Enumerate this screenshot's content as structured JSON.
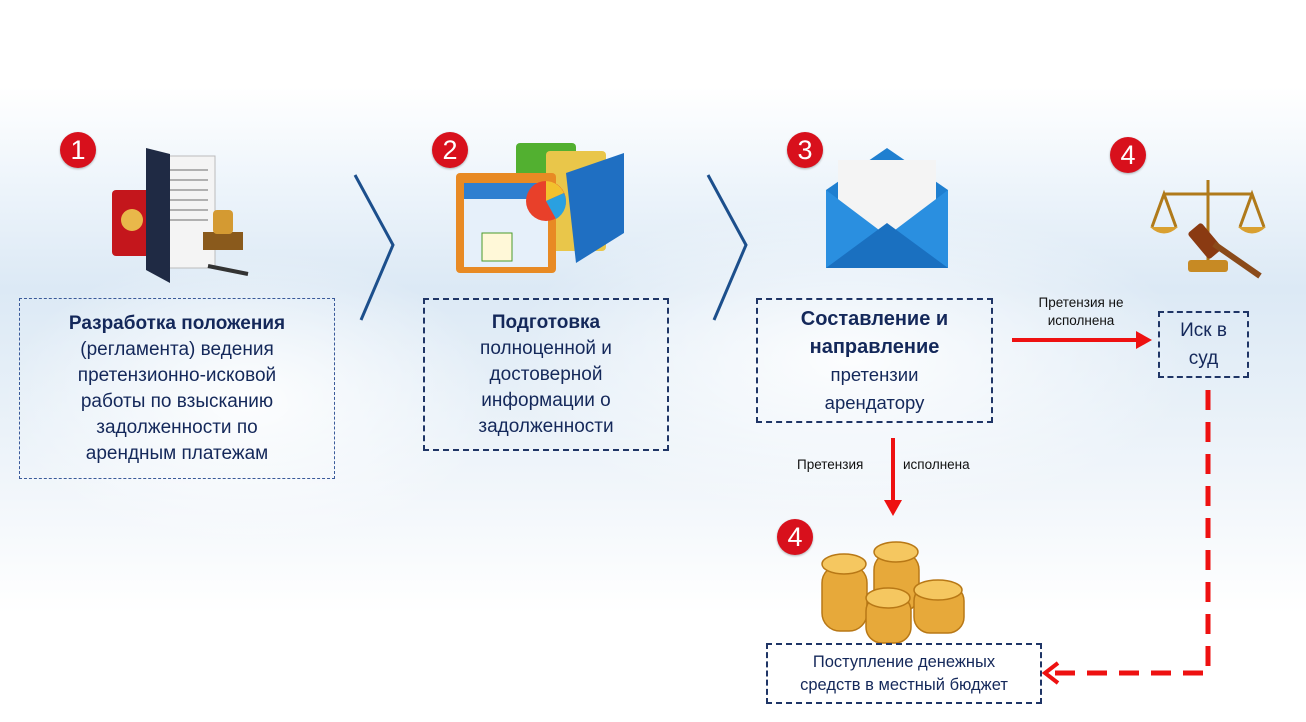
{
  "steps": [
    {
      "badge": "1",
      "title": "Разработка положения",
      "text": [
        "(регламента) ведения",
        "претензионно-исковой",
        "работы по взысканию",
        "задолженности по",
        "арендным платежам"
      ]
    },
    {
      "badge": "2",
      "title": "Подготовка",
      "text": [
        "полноценной и",
        "достоверной",
        "информации о",
        "задолженности"
      ]
    },
    {
      "badge": "3",
      "title": [
        "Составление  и",
        "направление"
      ],
      "text": [
        "претензии",
        "арендатору"
      ]
    },
    {
      "badge": "4",
      "text": [
        "Иск в",
        "суд"
      ]
    },
    {
      "badge": "4",
      "text": [
        "Поступление  денежных",
        "средств в местный бюджет"
      ]
    }
  ],
  "labels": {
    "not_fulfilled": [
      "Претензия  не",
      "исполнена"
    ],
    "fulfilled_left": "Претензия",
    "fulfilled_right": "исполнена"
  },
  "icons": {
    "step1": "document-folder-stamp-icon",
    "step2": "clipboard-chart-folders-icon",
    "step3": "envelope-icon",
    "step4": "scales-gavel-icon",
    "step5": "coins-icon"
  },
  "colors": {
    "badge": "#d8101c",
    "arrow": "#ee1111",
    "text": "#14285a",
    "chevron": "#1c4f8c"
  }
}
